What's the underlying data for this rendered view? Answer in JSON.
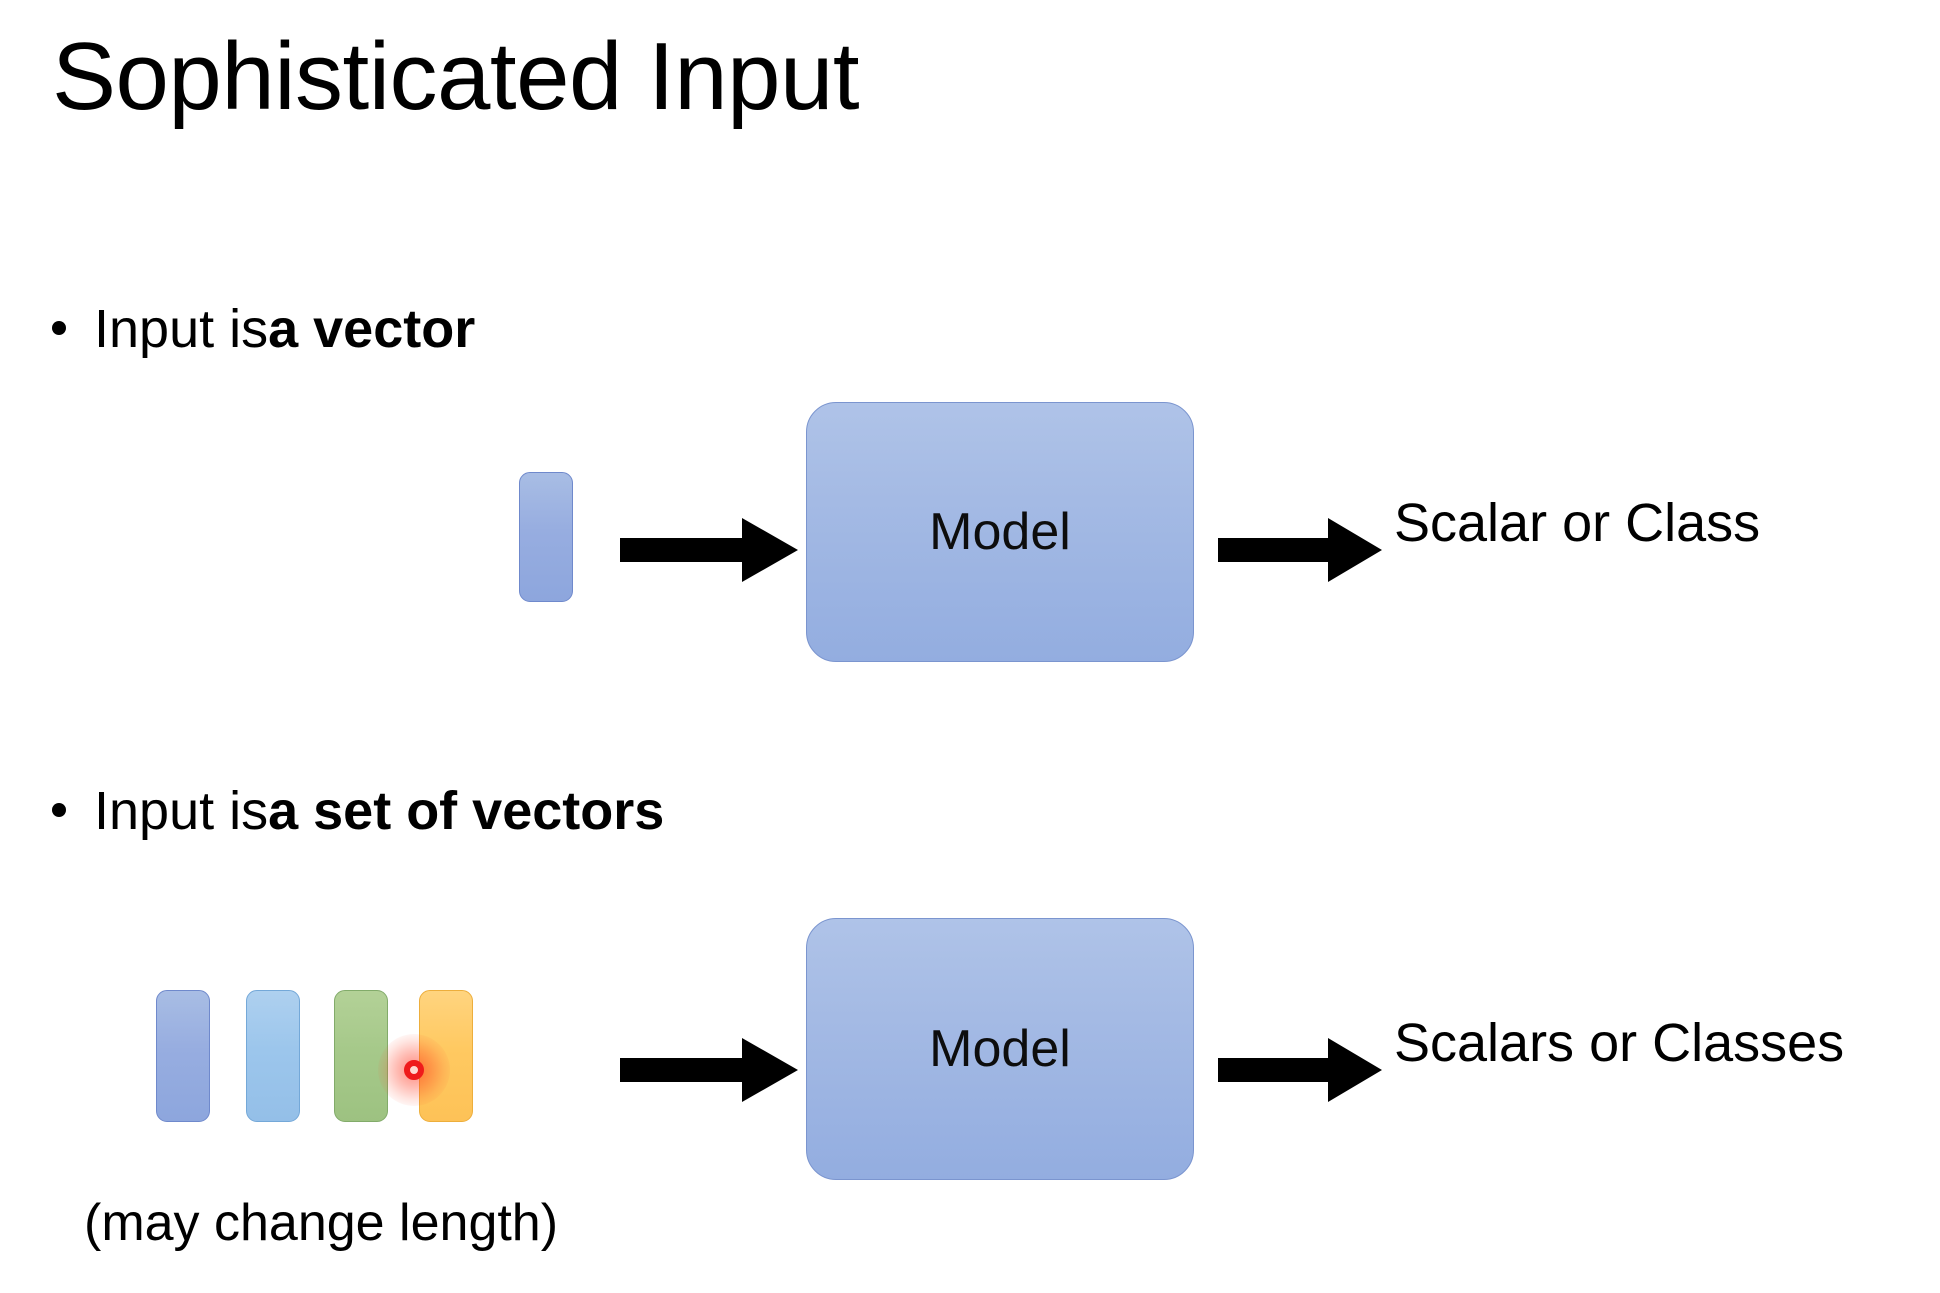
{
  "slide": {
    "title": "Sophisticated Input",
    "background_color": "#FFFFFF"
  },
  "bullets": [
    {
      "marker": "bullet-dot",
      "normal_text": "Input is ",
      "bold_text": "a vector"
    },
    {
      "marker": "bullet-dot",
      "normal_text": "Input is ",
      "bold_text": "a set of vectors"
    }
  ],
  "diagrams": [
    {
      "id": "single-vector-diagram",
      "input": {
        "type": "single-vector",
        "bars": [
          {
            "name": "vector-bar",
            "color": "#97ADE0"
          }
        ]
      },
      "arrow_in": "arrow-right-icon",
      "model": {
        "label": "Model",
        "color": "#A4BAE4"
      },
      "arrow_out": "arrow-right-icon",
      "output": "Scalar or Class"
    },
    {
      "id": "vector-set-diagram",
      "input": {
        "type": "vector-set",
        "bars": [
          {
            "name": "vector-bar-1",
            "color": "#97ADE0"
          },
          {
            "name": "vector-bar-2",
            "color": "#9CC6EC"
          },
          {
            "name": "vector-bar-3",
            "color": "#A6C98A"
          },
          {
            "name": "vector-bar-4",
            "color": "#FFC961"
          }
        ],
        "note": "(may change length)"
      },
      "cursor": {
        "name": "red-cursor-dot",
        "color": "#EF1B1B"
      },
      "arrow_in": "arrow-right-icon",
      "model": {
        "label": "Model",
        "color": "#A4BAE4"
      },
      "arrow_out": "arrow-right-icon",
      "output": "Scalars or Classes"
    }
  ]
}
